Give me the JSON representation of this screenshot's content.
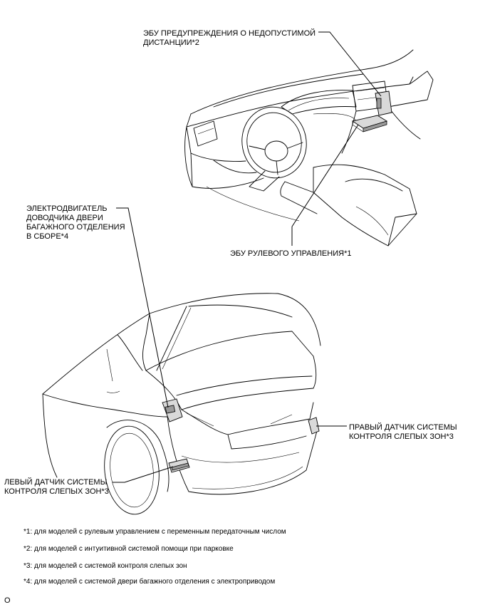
{
  "labels": {
    "distance_ecu": [
      "ЭБУ ПРЕДУПРЕЖДЕНИЯ О НЕДОПУСТИМОЙ",
      "ДИСТАНЦИИ*2"
    ],
    "steering_ecu": [
      "ЭБУ РУЛЕВОГО УПРАВЛЕНИЯ*1"
    ],
    "trunk_motor": [
      "ЭЛЕКТРОДВИГАТЕЛЬ",
      "ДОВОДЧИКА ДВЕРИ",
      "БАГАЖНОГО ОТДЕЛЕНИЯ",
      "В СБОРЕ*4"
    ],
    "right_sensor": [
      "ПРАВЫЙ ДАТЧИК СИСТЕМЫ",
      "КОНТРОЛЯ СЛЕПЫХ ЗОН*3"
    ],
    "left_sensor": [
      "ЛЕВЫЙ ДАТЧИК СИСТЕМЫ",
      "КОНТРОЛЯ СЛЕПЫХ ЗОН*3"
    ]
  },
  "footnotes": [
    "*1: для моделей с рулевым управлением с переменным передаточным числом",
    "*2: для моделей с интуитивной системой помощи при парковке",
    "*3: для моделей с системой контроля слепых зон",
    "*4: для моделей с системой двери багажного отделения с электроприводом"
  ],
  "page_id": "O"
}
